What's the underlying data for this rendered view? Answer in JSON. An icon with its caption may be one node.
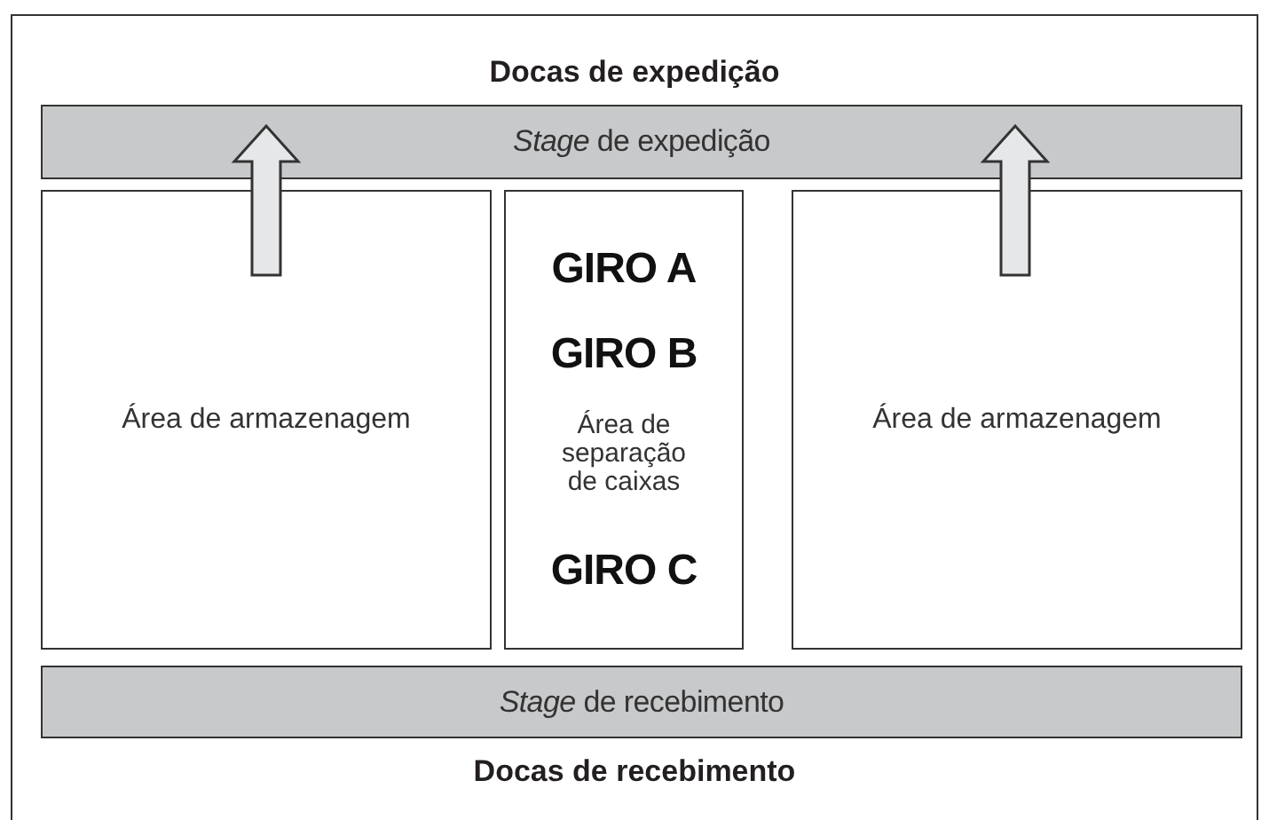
{
  "diagram": {
    "nodes": [
      {
        "text": [
          "*Stage* de expedição"
        ]
      },
      {
        "text": [
          "Área de armazenagem"
        ]
      },
      {
        "text": [
          "GIRO A",
          "GIRO B",
          "Área de separação de caixas",
          "GIRO C"
        ]
      },
      {
        "text": [
          "Área de armazenagem"
        ]
      },
      {
        "text": [
          "*Stage* de recebimento"
        ]
      }
    ],
    "edges": [
      {
        "from": 1,
        "to": 0,
        "arrow": "to",
        "style": "thick"
      },
      {
        "from": 3,
        "to": 0,
        "arrow": "to",
        "style": "thick"
      }
    ],
    "labels": [
      "Docas de expedição",
      "Docas de recebimento"
    ]
  }
}
